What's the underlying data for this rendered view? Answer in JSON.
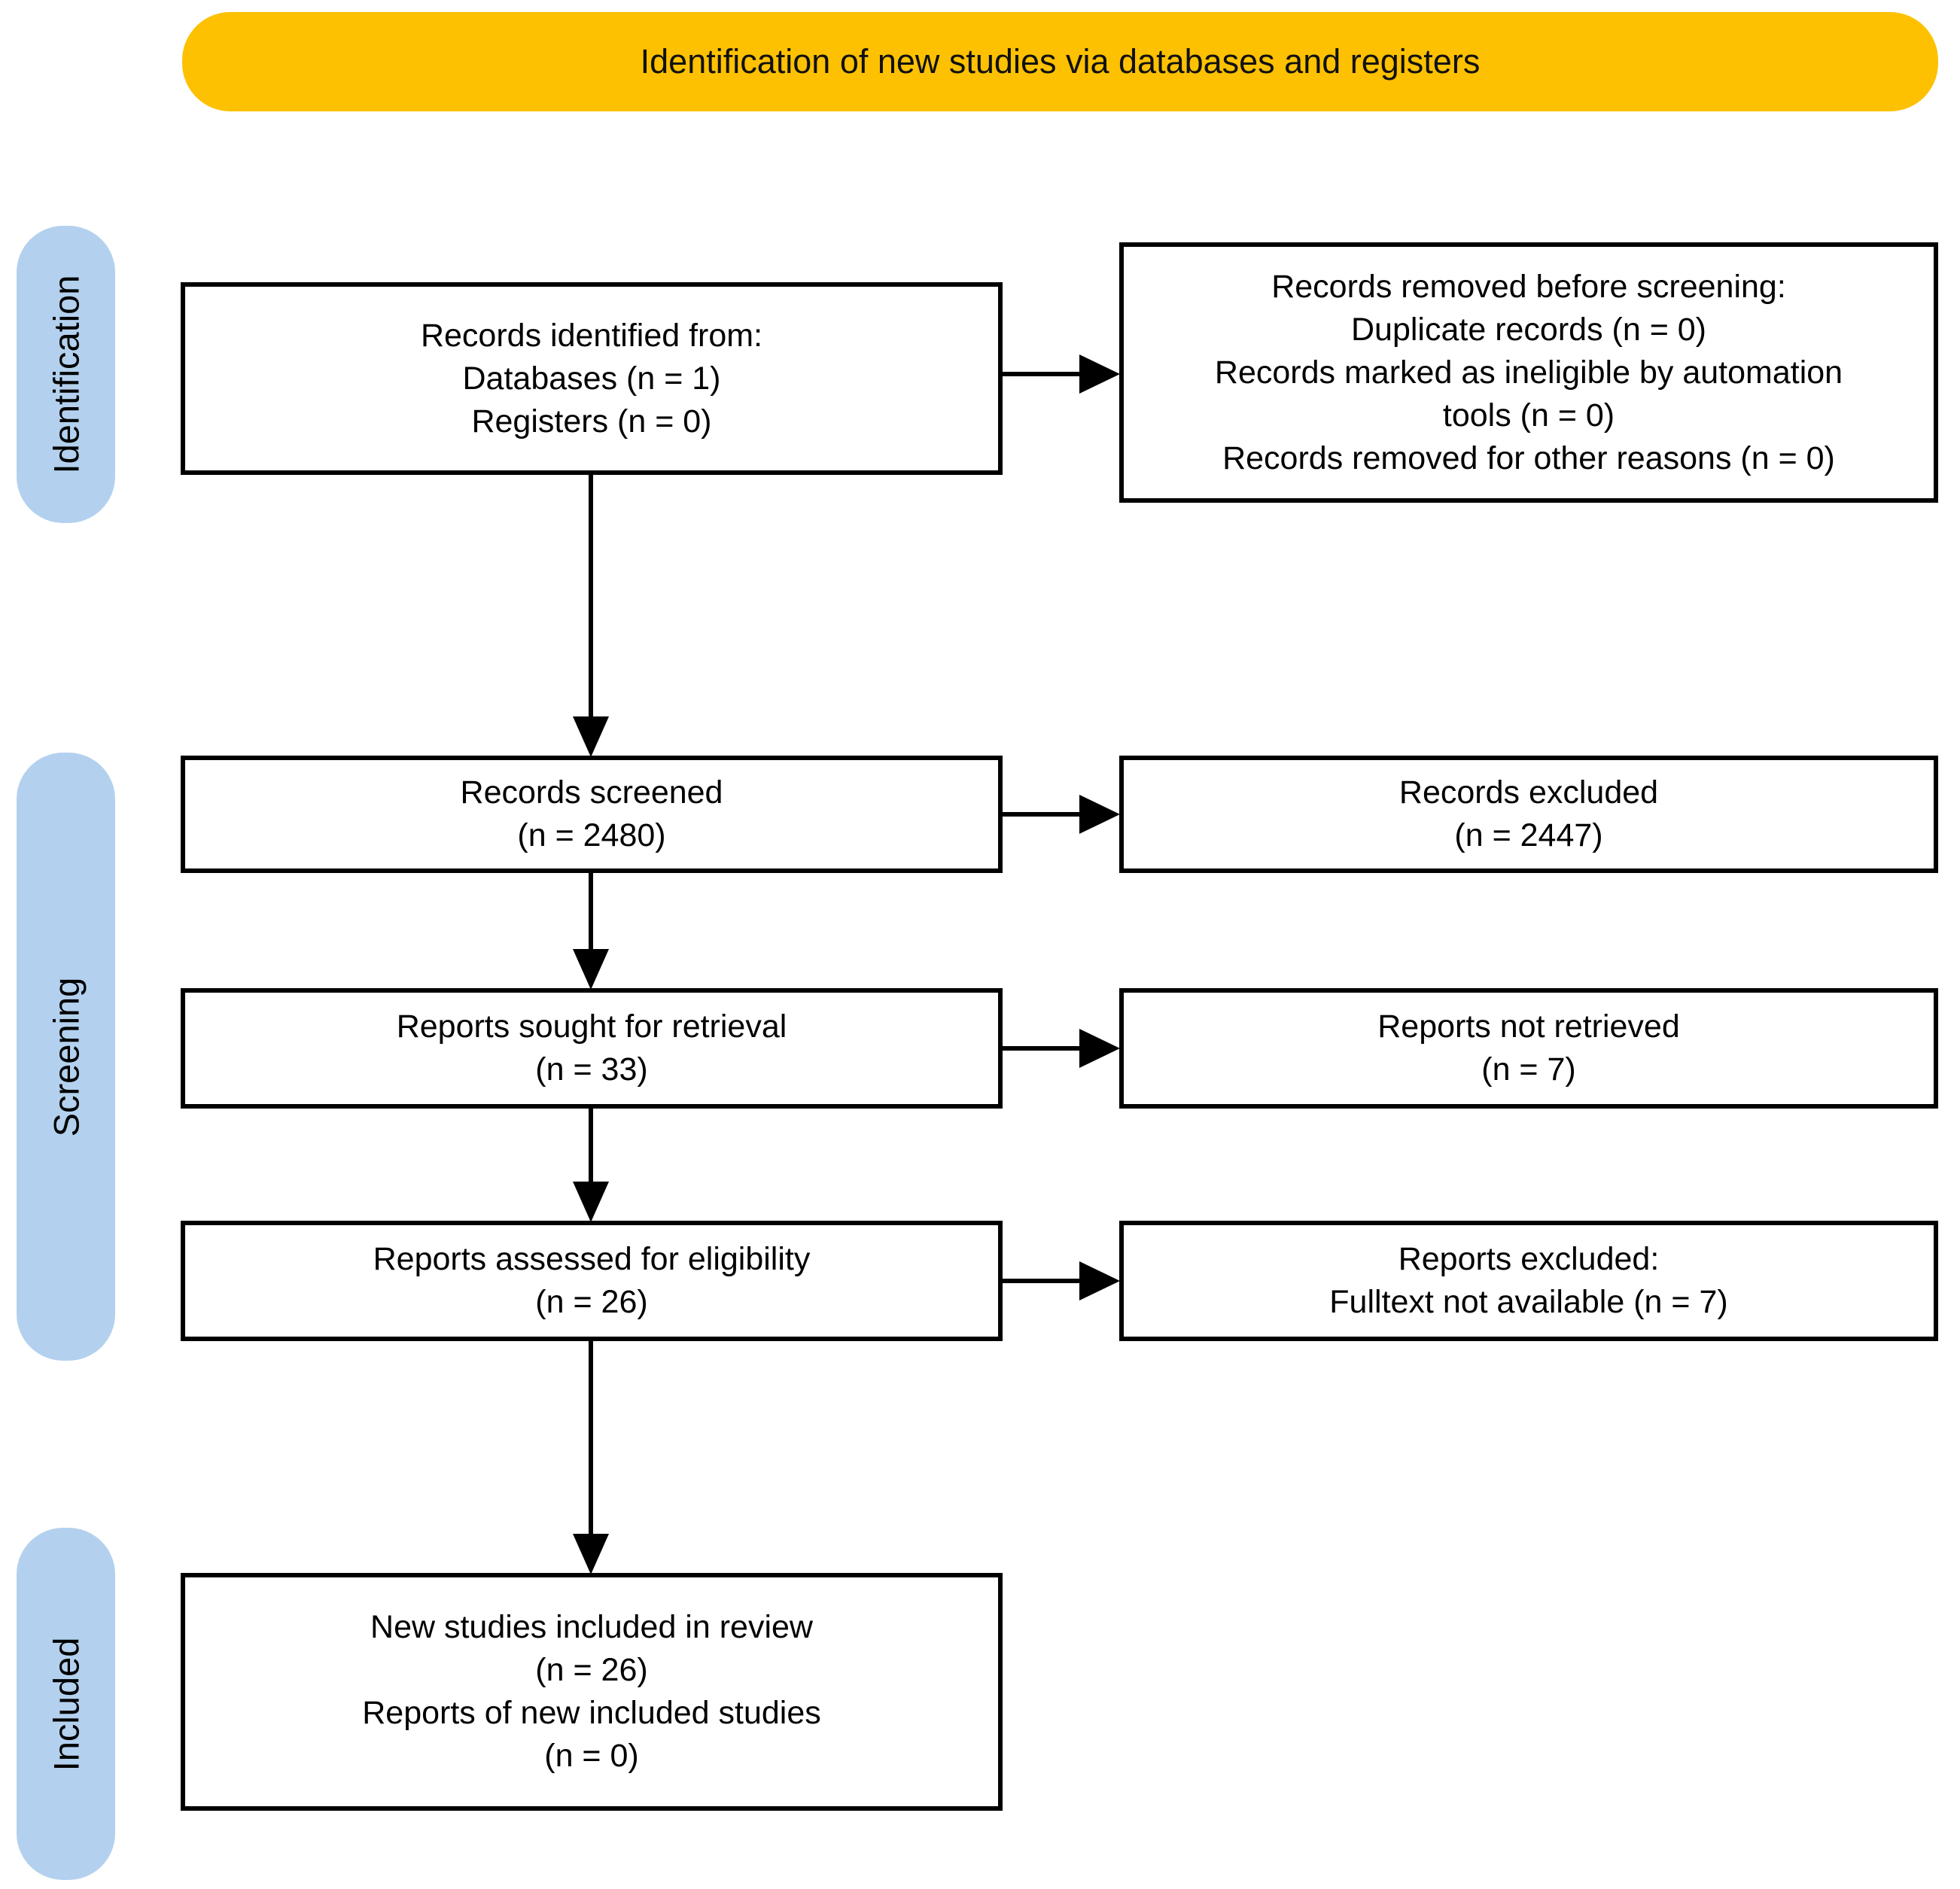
{
  "title": "PRISMA flow diagram",
  "colors": {
    "banner_bg": "#FDC101",
    "stage_bg": "#B3D1EE",
    "box_bg": "#FFFFFF",
    "border": "#000000",
    "text": "#000000"
  },
  "header": {
    "banner_label": "Identification of new studies via databases and registers"
  },
  "stages": [
    {
      "label": "Identification"
    },
    {
      "label": "Screening"
    },
    {
      "label": "Included"
    }
  ],
  "flow": {
    "main_boxes": [
      {
        "lines": [
          "Records identified from:",
          "Databases (n = 1)",
          "Registers (n = 0)"
        ]
      },
      {
        "lines": [
          "Records screened",
          "(n = 2480)"
        ]
      },
      {
        "lines": [
          "Reports sought for retrieval",
          "(n = 33)"
        ]
      },
      {
        "lines": [
          "Reports assessed for eligibility",
          "(n = 26)"
        ]
      },
      {
        "lines": [
          "New studies included in review",
          "(n = 26)",
          "Reports of new included studies",
          "(n = 0)"
        ]
      }
    ],
    "side_boxes": [
      {
        "lines": [
          "Records removed before screening:",
          "Duplicate records (n = 0)",
          "Records marked as ineligible by automation",
          "tools (n = 0)",
          "Records removed for other reasons (n = 0)"
        ]
      },
      {
        "lines": [
          "Records excluded",
          "(n = 2447)"
        ]
      },
      {
        "lines": [
          "Reports not retrieved",
          "(n = 7)"
        ]
      },
      {
        "lines": [
          "Reports excluded:",
          "Fulltext not available (n = 7)"
        ]
      }
    ]
  }
}
